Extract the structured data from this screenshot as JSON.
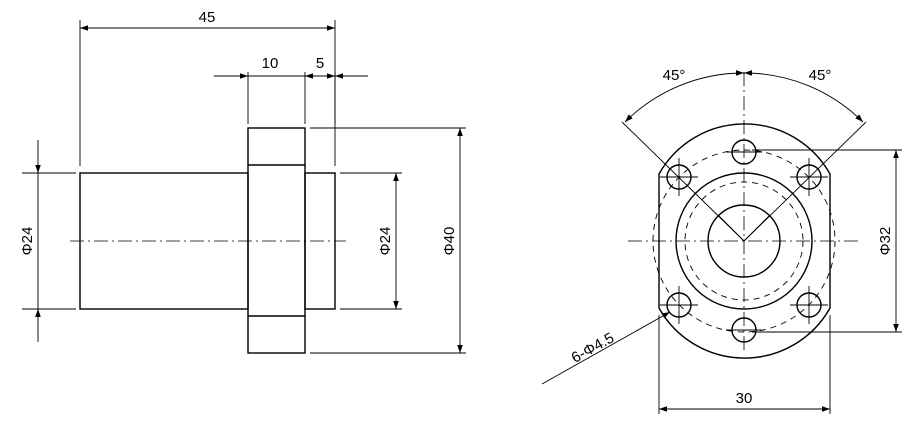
{
  "dimensions": {
    "side_view": {
      "overall_length": "45",
      "flange_width": "10",
      "flange_offset": "5",
      "left_diameter": "Φ24",
      "right_diameter": "Φ24",
      "flange_diameter": "Φ40"
    },
    "front_view": {
      "angle_left": "45°",
      "angle_right": "45°",
      "pitch_circle_diameter": "Φ32",
      "flat_width": "30",
      "hole_callout": "6-Φ4.5"
    }
  }
}
